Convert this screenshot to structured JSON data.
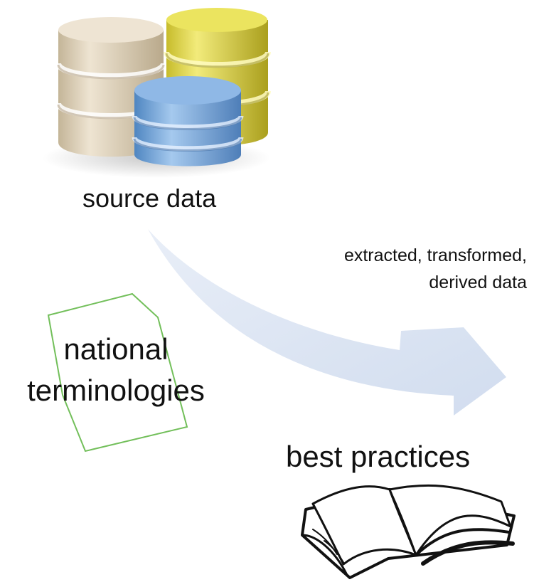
{
  "diagram": {
    "source": {
      "label": "source data",
      "icon": "database-stack-icon",
      "colors": {
        "tan": "#d8c9ae",
        "yellow": "#d8cf3c",
        "blue": "#6fa2d6"
      }
    },
    "flow": {
      "label_line1": "extracted, transformed,",
      "label_line2": "derived data",
      "arrow_color": "#d7e1f0"
    },
    "terminologies": {
      "label_line1": "national",
      "label_line2": "terminologies",
      "icon": "document-outline-icon",
      "outline_color": "#72bf5a"
    },
    "practices": {
      "label": "best practices",
      "icon": "open-book-icon"
    }
  }
}
